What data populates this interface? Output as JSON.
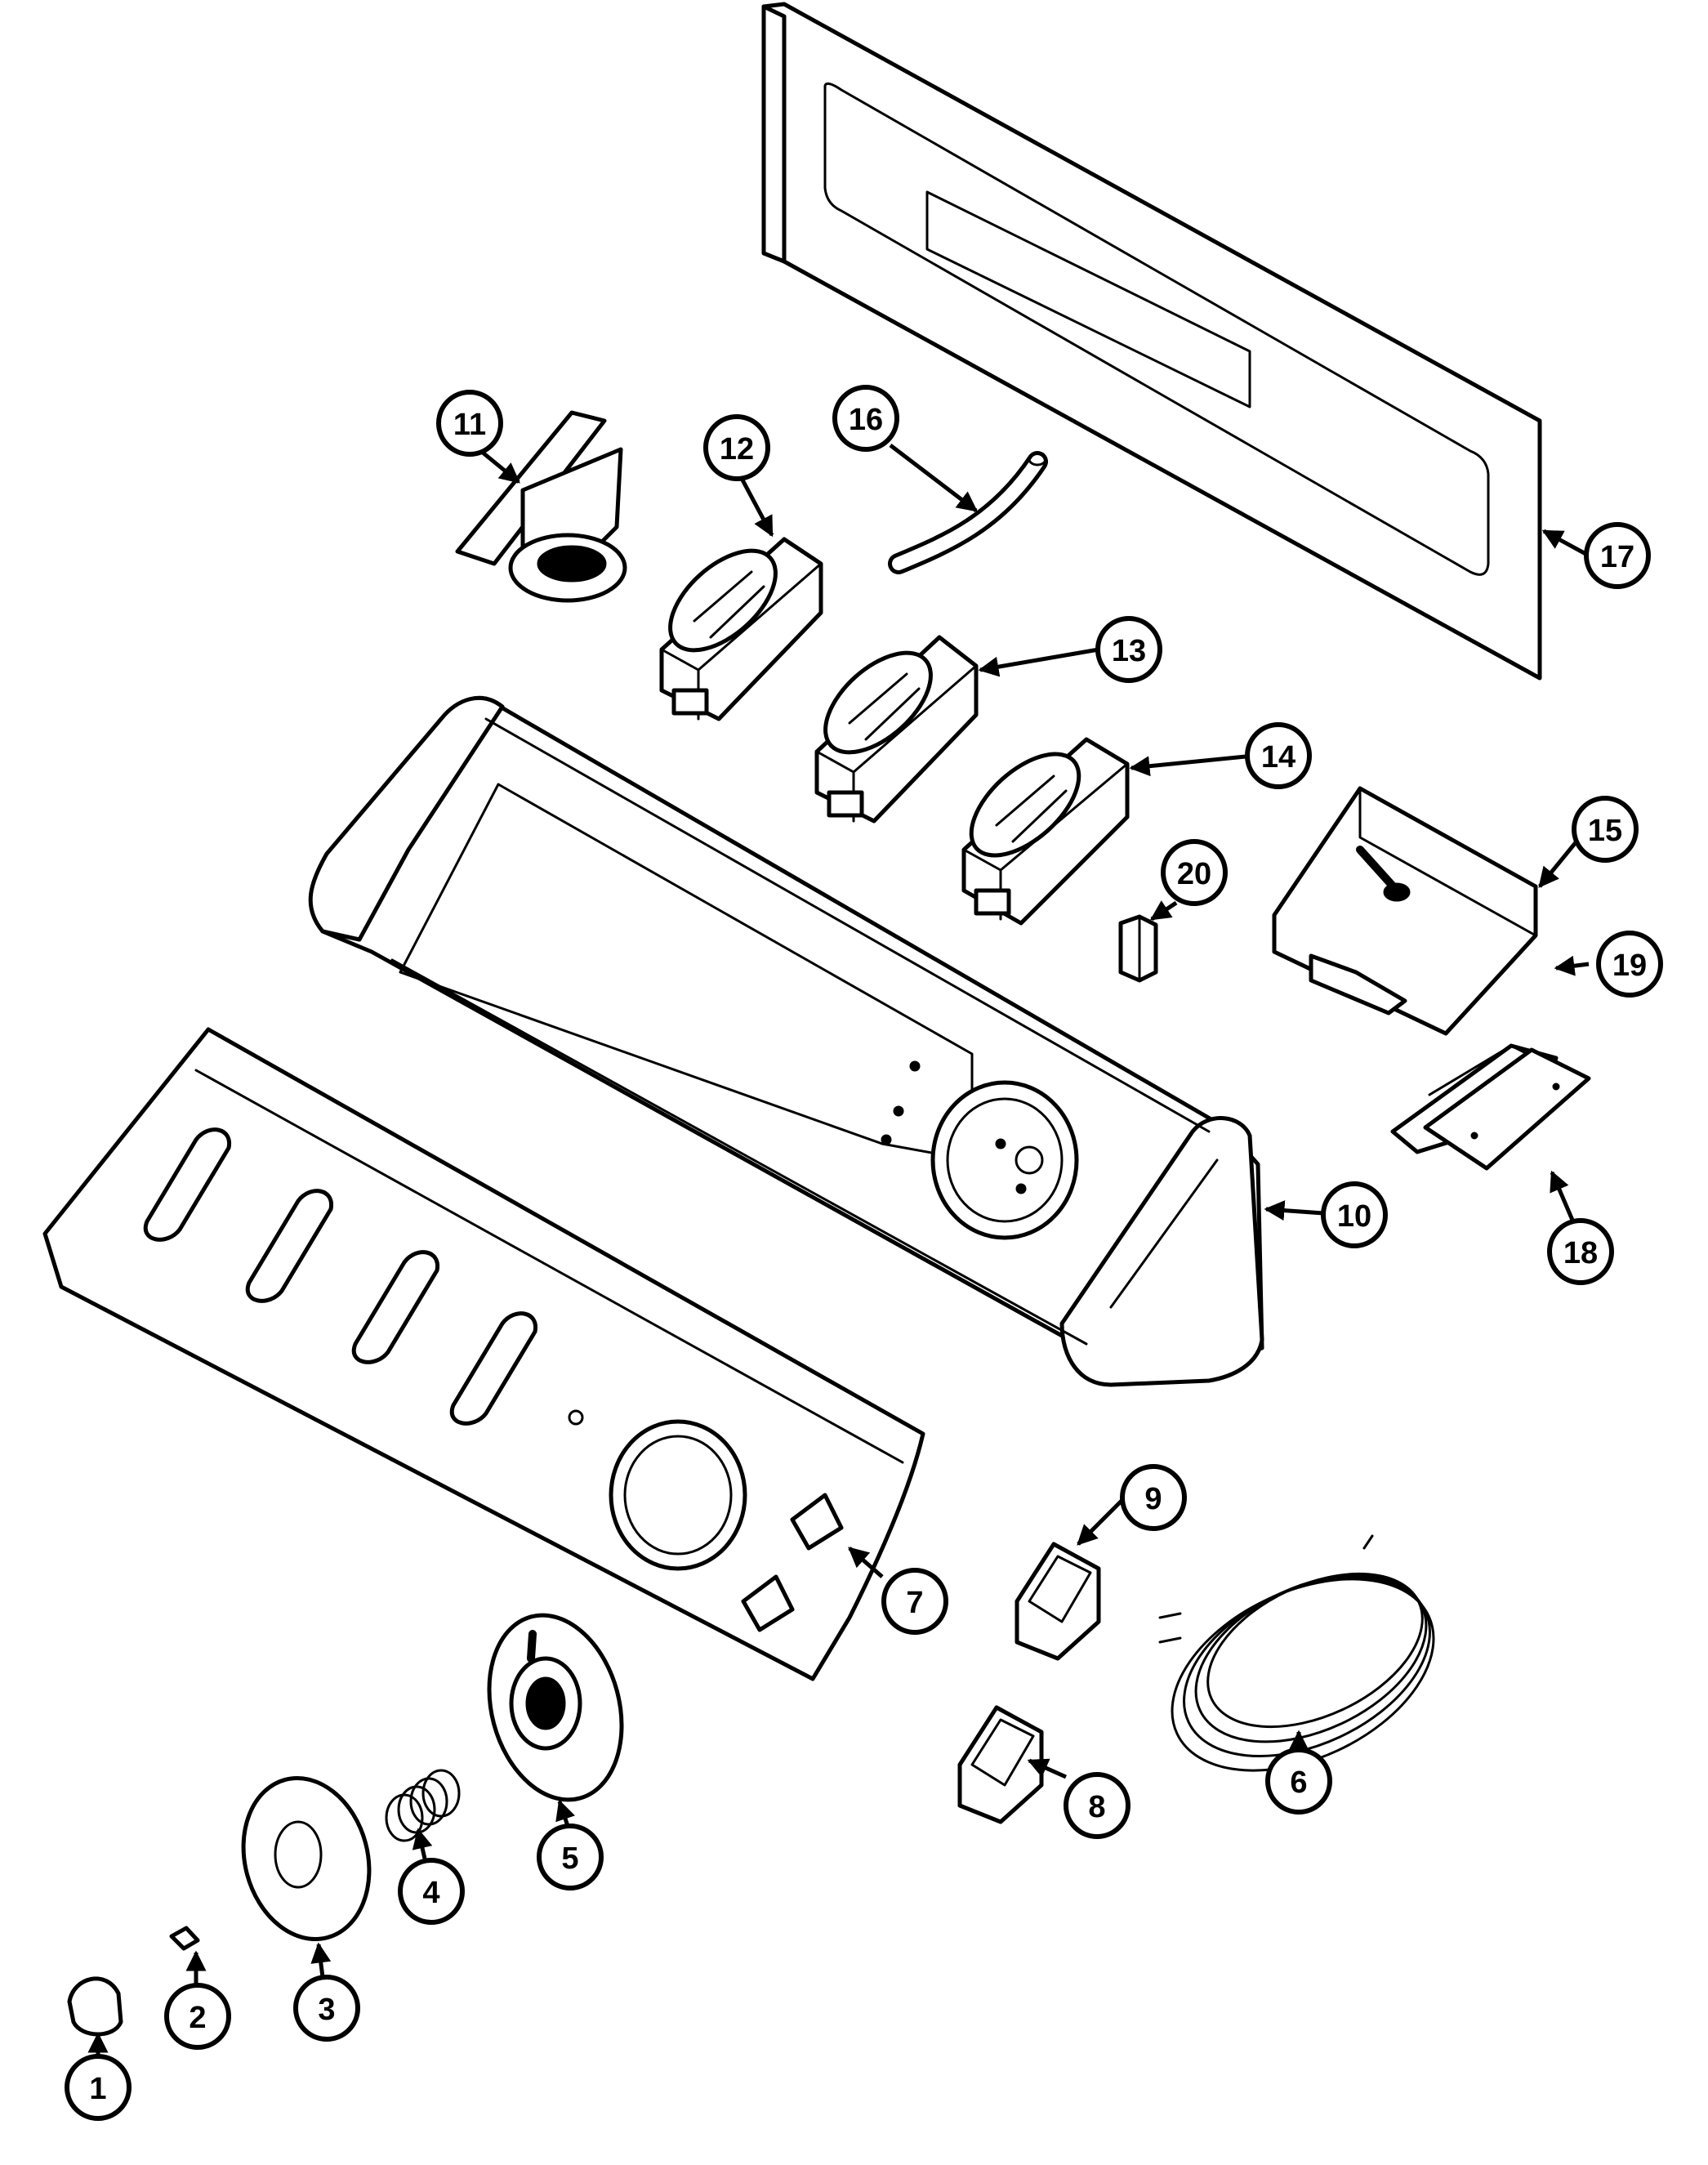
{
  "diagram": {
    "type": "exploded-parts-view",
    "line_color": "#000000",
    "background": "#ffffff",
    "callouts": [
      {
        "id": "callout-1",
        "label": "1"
      },
      {
        "id": "callout-2",
        "label": "2"
      },
      {
        "id": "callout-3",
        "label": "3"
      },
      {
        "id": "callout-4",
        "label": "4"
      },
      {
        "id": "callout-5",
        "label": "5"
      },
      {
        "id": "callout-6",
        "label": "6"
      },
      {
        "id": "callout-7",
        "label": "7"
      },
      {
        "id": "callout-8",
        "label": "8"
      },
      {
        "id": "callout-9",
        "label": "9"
      },
      {
        "id": "callout-10",
        "label": "10"
      },
      {
        "id": "callout-11",
        "label": "11"
      },
      {
        "id": "callout-12",
        "label": "12"
      },
      {
        "id": "callout-13",
        "label": "13"
      },
      {
        "id": "callout-14",
        "label": "14"
      },
      {
        "id": "callout-15",
        "label": "15"
      },
      {
        "id": "callout-16",
        "label": "16"
      },
      {
        "id": "callout-17",
        "label": "17"
      },
      {
        "id": "callout-18",
        "label": "18"
      },
      {
        "id": "callout-19",
        "label": "19"
      },
      {
        "id": "callout-20",
        "label": "20"
      }
    ]
  }
}
